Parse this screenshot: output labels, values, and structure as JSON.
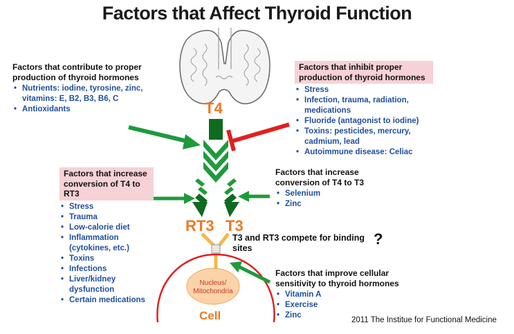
{
  "title": "Factors that Affect Thyroid Function",
  "labels": {
    "t4": "T4",
    "rt3": "RT3",
    "t3": "T3",
    "compete": "T3 and RT3 compete for binding sites",
    "question": "?",
    "nucleus": "Nucleus/\nMitochondria",
    "cell": "Cell"
  },
  "panels": {
    "contribute": {
      "heading": "Factors that contribute to proper production of thyroid hormones",
      "items": [
        "Nutrients: iodine, tyrosine, zinc, vitamins: E, B2, B3, B6, C",
        "Antioxidants"
      ]
    },
    "inhibit": {
      "heading": "Factors that inhibit proper production of thyroid hormones",
      "items": [
        "Stress",
        "Infection, trauma, radiation, medications",
        "Fluoride (antagonist to iodine)",
        "Toxins: pesticides, mercury, cadmium, lead",
        "Autoimmune disease: Celiac"
      ]
    },
    "increase_rt3": {
      "heading": "Factors that increase conversion of T4 to RT3",
      "items": [
        "Stress",
        "Trauma",
        "Low-calorie diet",
        "Inflammation (cytokines, etc.)",
        "Toxins",
        "Infections",
        "Liver/kidney dysfunction",
        "Certain medications"
      ]
    },
    "increase_t3": {
      "heading": "Factors that increase conversion of T4 to T3",
      "items": [
        "Selenium",
        "Zinc"
      ]
    },
    "improve": {
      "heading": "Factors that improve cellular sensitivity to thyroid hormones",
      "items": [
        "Vitamin A",
        "Exercise",
        "Zinc"
      ]
    }
  },
  "credit": "2011 The Institue for Functional Medicine",
  "colors": {
    "green": "#1e9a3c",
    "dark_green": "#0f6b1f",
    "red": "#e02020",
    "orange": "#f07820",
    "blue": "#1f4e9c",
    "pink": "#f6d2d6"
  }
}
